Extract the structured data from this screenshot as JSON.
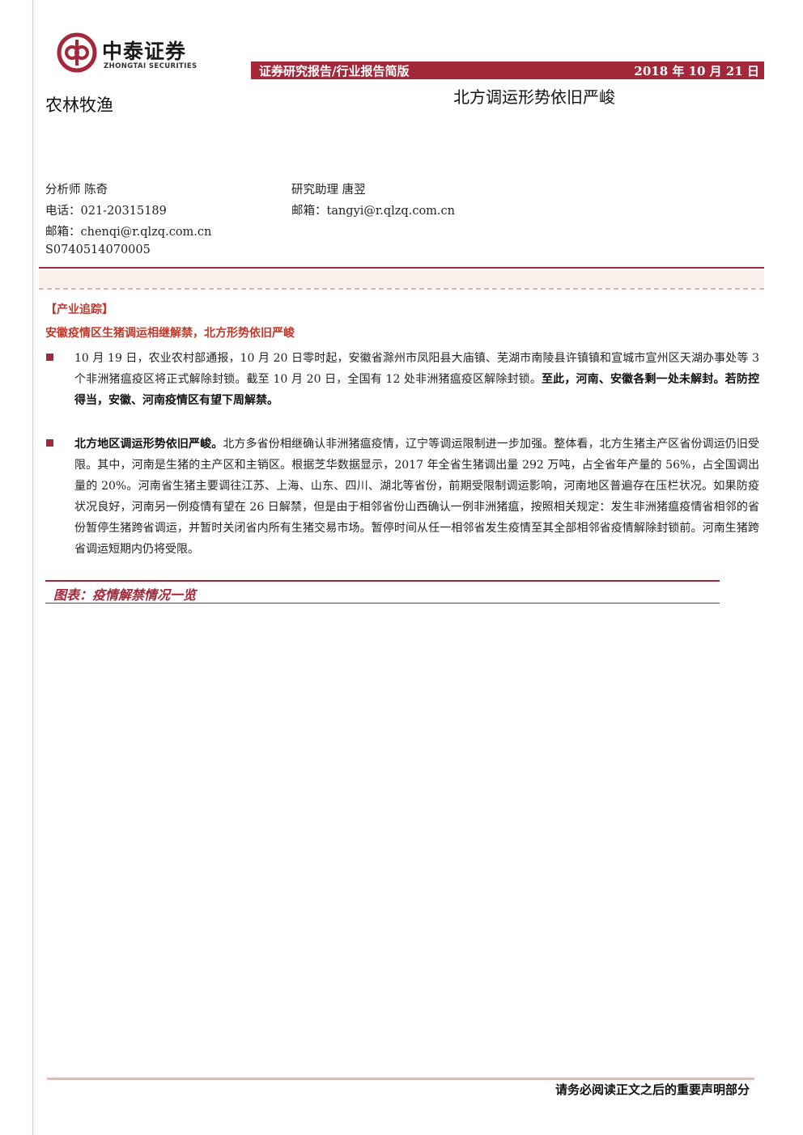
{
  "brand": {
    "name_cn": "中泰证券",
    "name_en": "ZHONGTAI SECURITIES"
  },
  "header": {
    "report_type": "证券研究报告/行业报告简版",
    "date": "2018 年 10 月 21 日",
    "sector": "农林牧渔",
    "title": "北方调运形势依旧严峻"
  },
  "analysts": {
    "analyst_line": "分析师  陈奇",
    "phone_line": "电话：021-20315189",
    "email_line": "邮箱：chenqi@r.qlzq.com.cn",
    "license": "S0740514070005",
    "assistant_line": "研究助理  唐翌",
    "assistant_email_line": "邮箱：tangyi@r.qlzq.com.cn"
  },
  "section": {
    "tag": "【产业追踪】",
    "headline": "安徽疫情区生猪调运相继解禁，北方形势依旧严峻"
  },
  "paragraphs": [
    {
      "normal": "10 月 19 日，农业农村部通报，10 月 20 日零时起，安徽省滁州市凤阳县大庙镇、芜湖市南陵县许镇镇和宣城市宣州区天湖办事处等 3 个非洲猪瘟疫区将正式解除封锁。截至 10 月 20 日，全国有 12 处非洲猪瘟疫区解除封锁。",
      "bold": "至此，河南、安徽各剩一处未解封。若防控得当，安徽、河南疫情区有望下周解禁。"
    },
    {
      "bold": "北方地区调运形势依旧严峻。",
      "normal": "北方多省份相继确认非洲猪瘟疫情，辽宁等调运限制进一步加强。整体看，北方生猪主产区省份调运仍旧受限。其中，河南是生猪的主产区和主销区。根据芝华数据显示，2017 年全省生猪调出量 292 万吨，占全省年产量的 56%，占全国调出量的 20%。河南省生猪主要调往江苏、上海、山东、四川、湖北等省份，前期受限制调运影响，河南地区普遍存在压栏状况。如果防疫状况良好，河南另一例疫情有望在 26 日解禁，但是由于相邻省份山西确认一例非洲猪瘟，按照相关规定：发生非洲猪瘟疫情省相邻的省份暂停生猪跨省调运，并暂时关闭省内所有生猪交易市场。暂停时间从任一相邻省发生疫情至其全部相邻省疫情解除封锁前。河南生猪跨省调运短期内仍将受限。"
    }
  ],
  "figure": {
    "label": "图表：疫情解禁情况一览"
  },
  "footer": {
    "notice": "请务必阅读正文之后的重要声明部分"
  },
  "colors": {
    "brand_red": "#a5283a",
    "accent_red": "#c0392b"
  }
}
